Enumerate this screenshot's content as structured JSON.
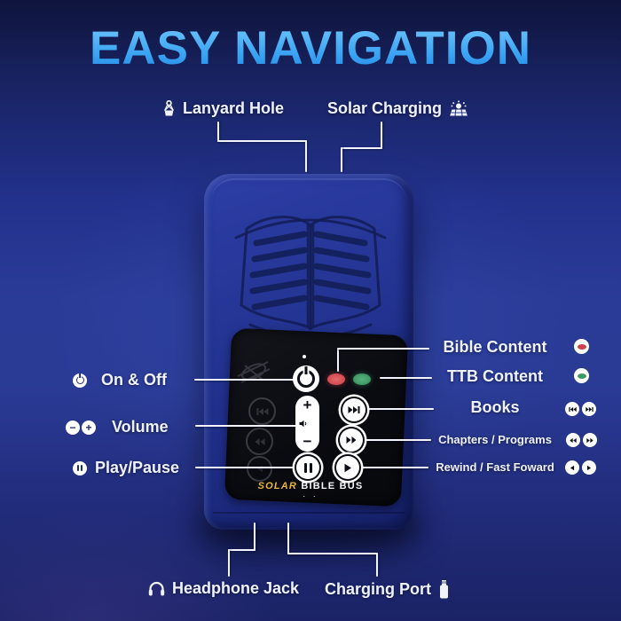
{
  "title": "EASY NAVIGATION",
  "colors": {
    "title_blue": "#3fa9f5",
    "label_text": "#eff2fc",
    "background_mid": "#2a3b97",
    "device_body": "#22318c",
    "panel_black": "#0a0c11",
    "led_red": "#cf4046",
    "led_green": "#3c9a61",
    "brand_gold": "#e9b43d"
  },
  "callouts": {
    "lanyard": {
      "label": "Lanyard Hole",
      "icon": "lanyard-icon"
    },
    "solar": {
      "label": "Solar Charging",
      "icon": "solar-panel-icon"
    },
    "on_off": {
      "label": "On & Off",
      "icon": "power-icon"
    },
    "volume": {
      "label": "Volume",
      "icon": "minus-plus-icons"
    },
    "play_pause": {
      "label": "Play/Pause",
      "icon": "pause-icon"
    },
    "bible_content": {
      "label": "Bible Content",
      "icon": "red-led-icon"
    },
    "ttb_content": {
      "label": "TTB Content",
      "icon": "green-led-icon"
    },
    "books": {
      "label": "Books",
      "icon": "skip-track-icons"
    },
    "chapters": {
      "label": "Chapters / Programs",
      "icon": "double-arrow-icons"
    },
    "rewind_ff": {
      "label": "Rewind / Fast Foward",
      "icon": "single-arrow-icons"
    },
    "headphone": {
      "label": "Headphone Jack",
      "icon": "headphones-icon"
    },
    "charging": {
      "label": "Charging Port",
      "icon": "usb-icon"
    }
  },
  "device": {
    "brand": {
      "solar": "SOLAR",
      "rest": " BIBLE BUS",
      "dots": "· ·"
    },
    "buttons": {
      "volume_plus": "+",
      "volume_minus": "−"
    }
  }
}
